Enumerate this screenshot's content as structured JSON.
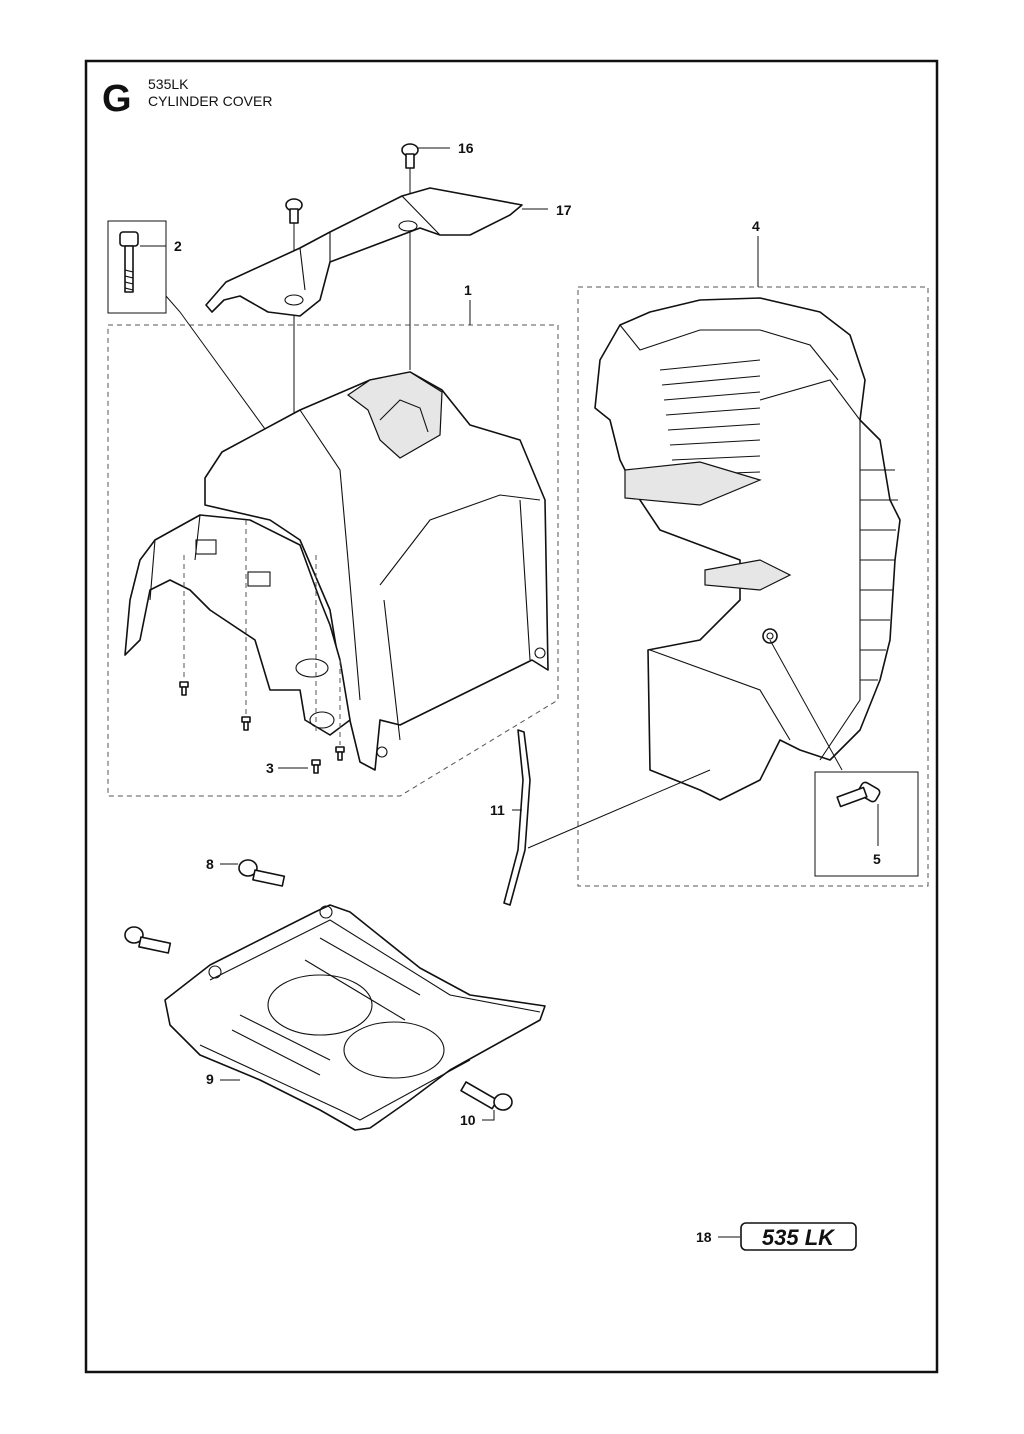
{
  "header": {
    "section_letter": "G",
    "model": "535LK",
    "title": "CYLINDER COVER"
  },
  "callouts": {
    "c1": "1",
    "c2": "2",
    "c3": "3",
    "c4": "4",
    "c5": "5",
    "c8": "8",
    "c9": "9",
    "c10": "10",
    "c11": "11",
    "c16": "16",
    "c17": "17",
    "c18": "18"
  },
  "decal": {
    "text": "535 LK"
  }
}
